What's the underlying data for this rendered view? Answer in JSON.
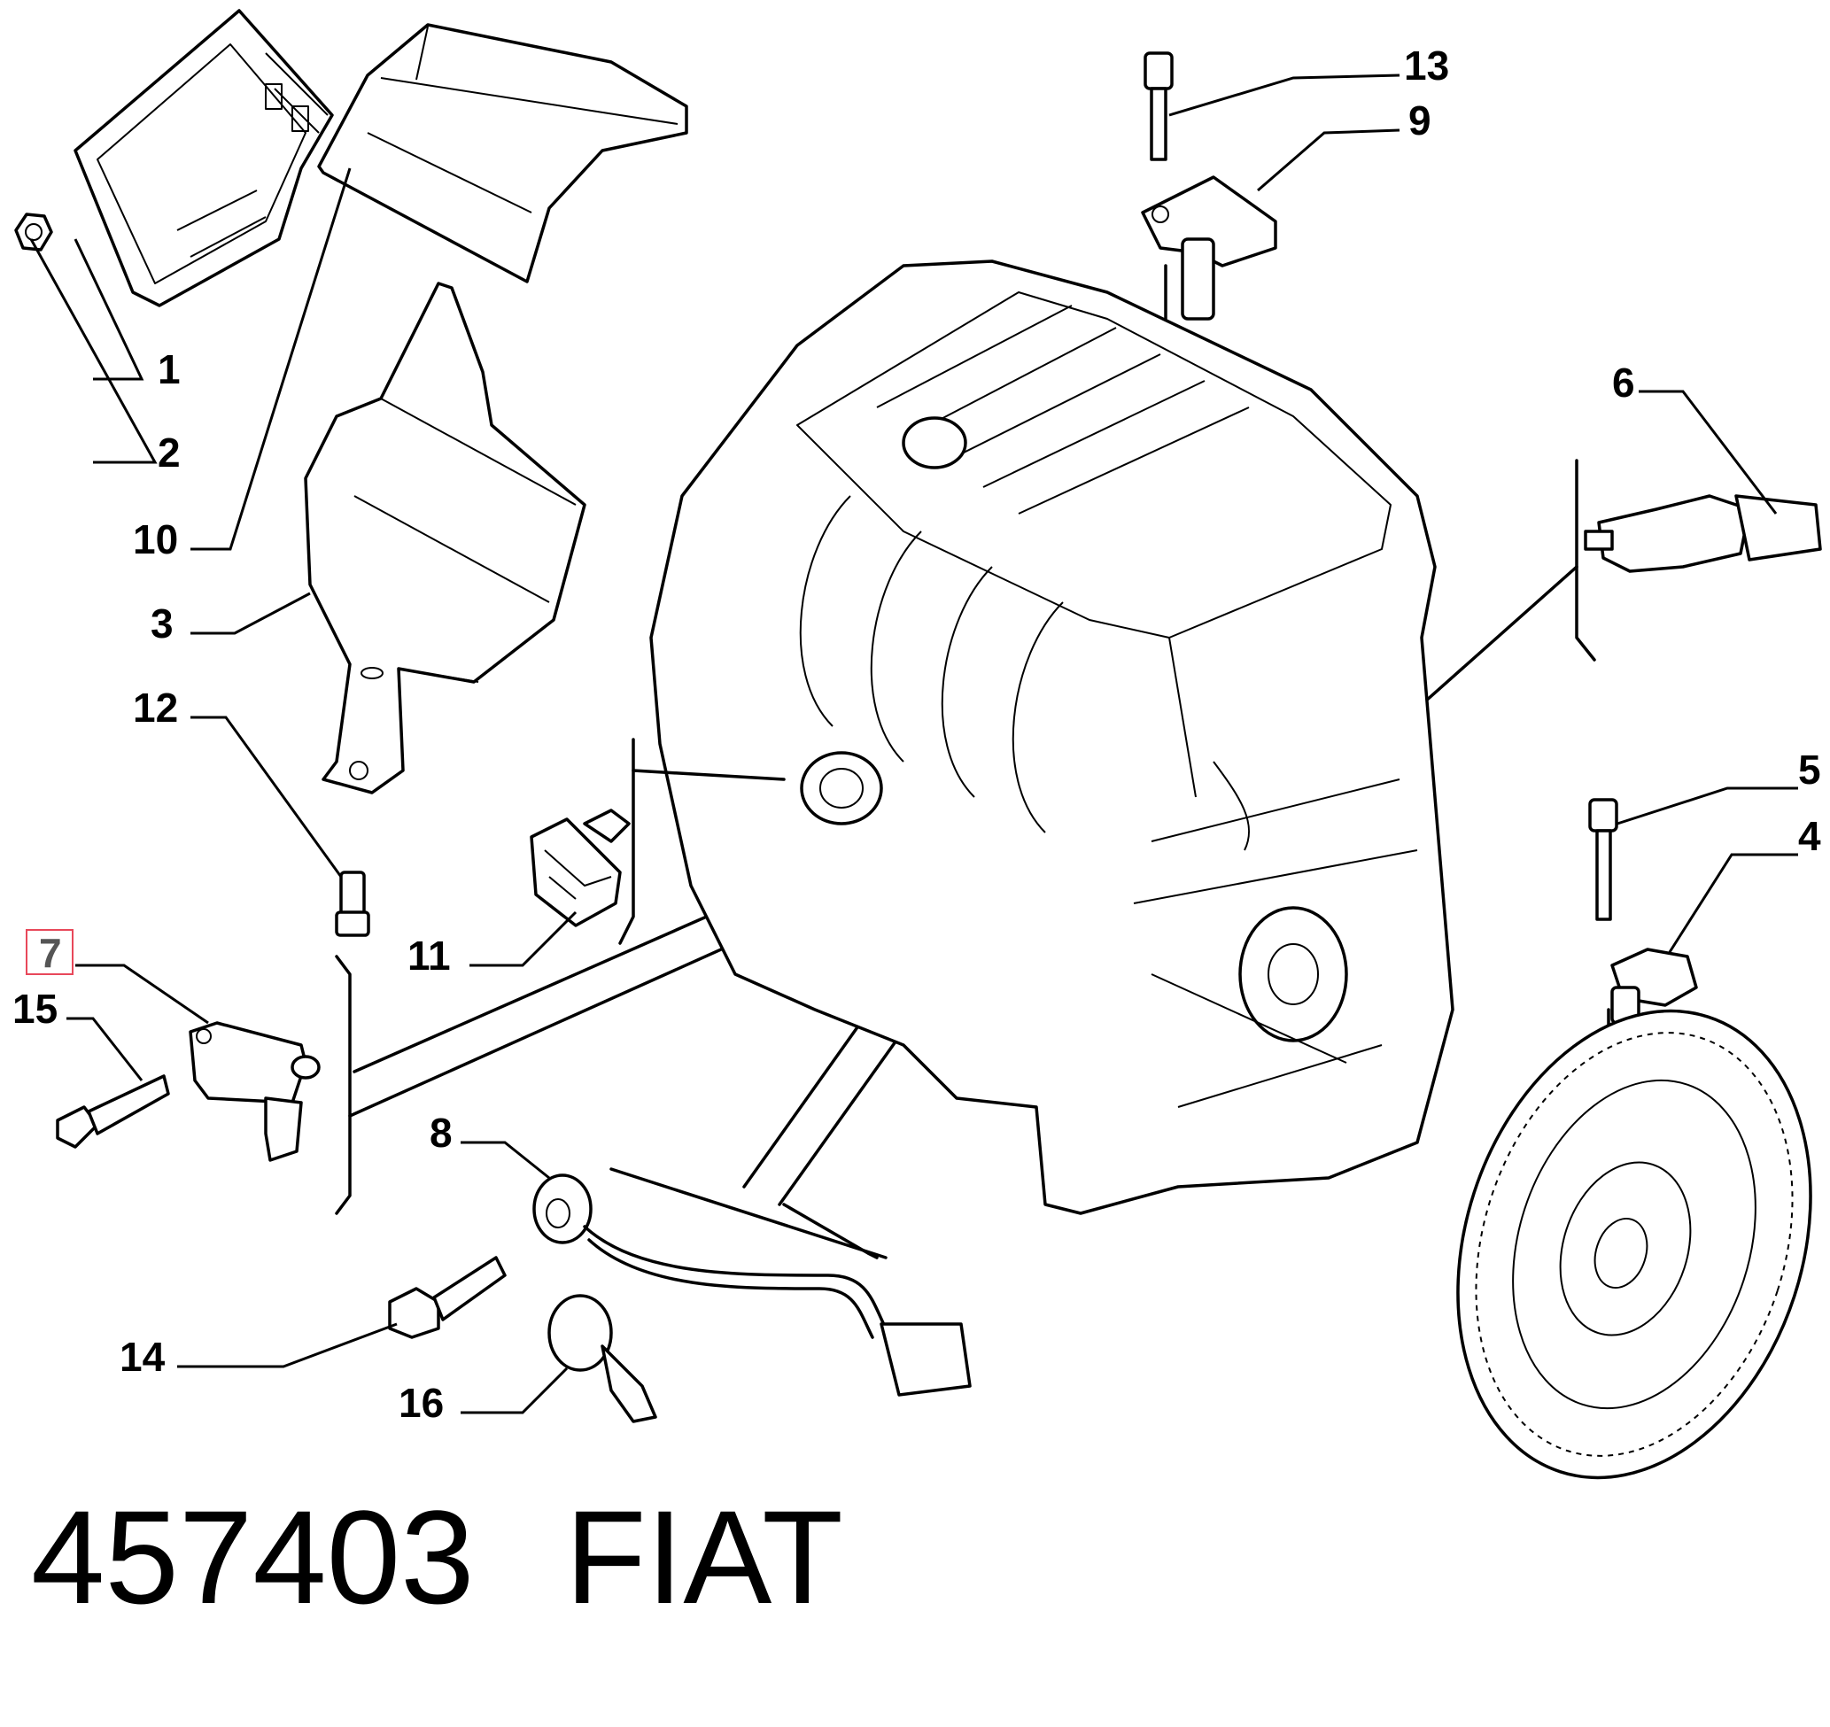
{
  "callouts": {
    "c1": "1",
    "c2": "2",
    "c3": "3",
    "c4": "4",
    "c5": "5",
    "c6": "6",
    "c7": "7",
    "c8": "8",
    "c9": "9",
    "c10": "10",
    "c11": "11",
    "c12": "12",
    "c13": "13",
    "c14": "14",
    "c15": "15",
    "c16": "16"
  },
  "highlighted_callout": "7",
  "caption": {
    "part_number": "457403",
    "brand": "FIAT"
  }
}
